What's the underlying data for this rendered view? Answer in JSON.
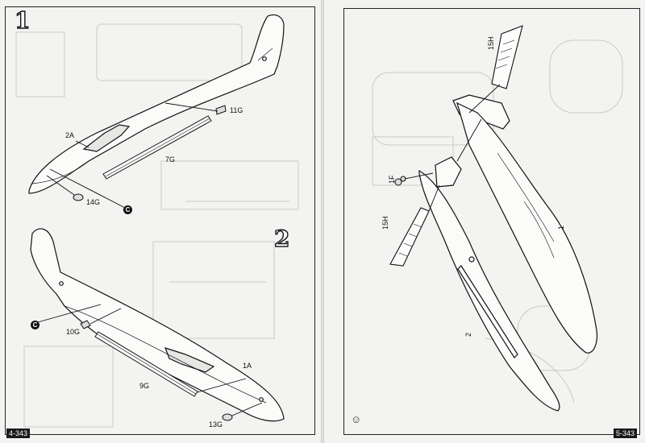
{
  "left_page": {
    "step_1": "1",
    "step_2": "2",
    "labels": {
      "p_11g": "11G",
      "p_2a": "2A",
      "p_7g": "7G",
      "p_14g": "14G",
      "p_10g": "10G",
      "p_9g": "9G",
      "p_1a": "1A",
      "p_13g": "13G"
    },
    "marker_c": "C",
    "page_number": "4-343"
  },
  "right_page": {
    "labels": {
      "p_15h_top": "15H",
      "p_1f": "1F",
      "p_15h_left": "15H",
      "p_1": "1",
      "p_2": "2"
    },
    "page_number": "5-343"
  }
}
